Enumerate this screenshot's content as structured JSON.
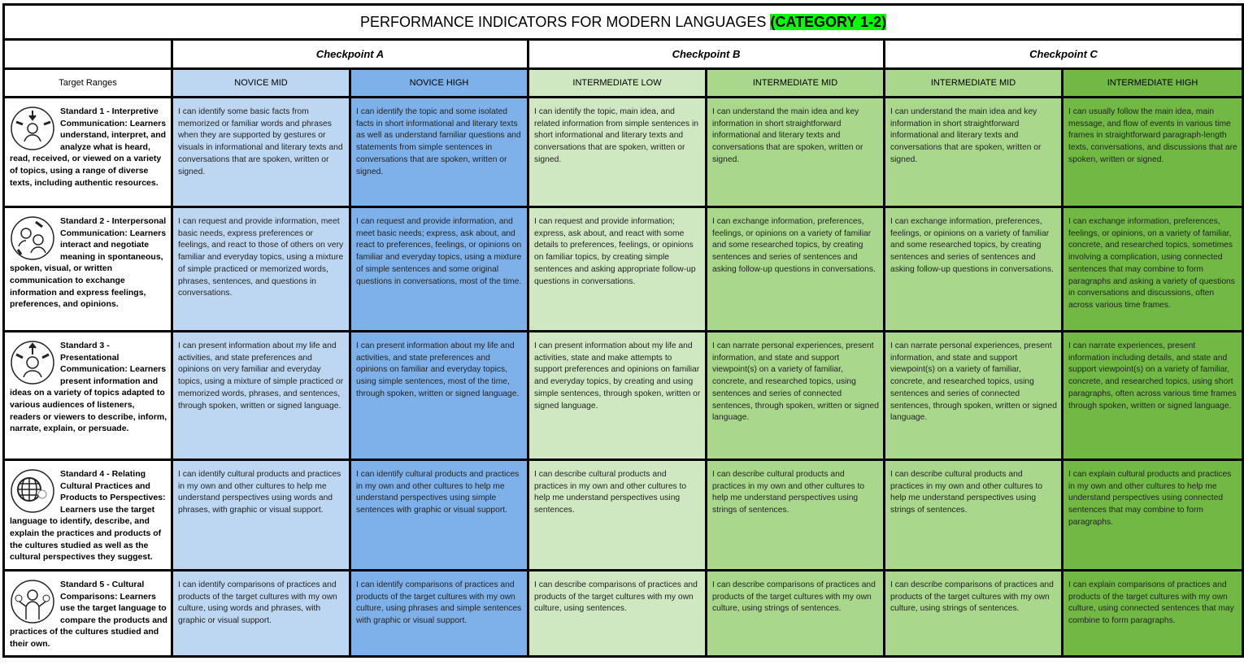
{
  "title": {
    "main": "PERFORMANCE INDICATORS FOR MODERN LANGUAGES ",
    "highlight": "(CATEGORY 1-2)",
    "highlight_color": "#00ff00"
  },
  "checkpoints": [
    "Checkpoint A",
    "Checkpoint B",
    "Checkpoint C"
  ],
  "target_ranges_label": "Target Ranges",
  "levels": [
    "NOVICE MID",
    "NOVICE HIGH",
    "INTERMEDIATE LOW",
    "INTERMEDIATE MID",
    "INTERMEDIATE MID",
    "INTERMEDIATE HIGH"
  ],
  "level_colors": [
    "#bdd7f2",
    "#7eb1ea",
    "#d0e8c1",
    "#a9d78c",
    "#a9d78c",
    "#71b944"
  ],
  "rows": [
    {
      "icon": "interpretive-icon",
      "standard": "Standard 1 - Interpretive Communication: Learners understand, interpret, and analyze what is heard, read, received, or viewed on a variety of topics, using a range of diverse texts, including authentic resources.",
      "cells": [
        "I can identify some basic facts from memorized or familiar words and phrases when they are supported by gestures or visuals in informational and literary texts and conversations that are spoken, written or signed.",
        "I can identify the topic and some isolated facts in short informational and literary texts as well as understand familiar questions and statements from simple sentences in conversations that are spoken, written or signed.",
        "I can identify the topic, main idea, and related information from simple sentences in short informational and literary texts and conversations that are spoken, written or signed.",
        "I can understand the main idea and key information in short straightforward informational and literary texts and conversations that are spoken, written or signed.",
        "I can understand the main idea and key information in short straightforward informational and literary texts and conversations that are spoken, written or signed.",
        "I can usually follow the main idea, main message, and flow of events in various time frames in straightforward paragraph-length texts, conversations, and discussions that are spoken, written or signed."
      ]
    },
    {
      "icon": "interpersonal-icon",
      "standard": "Standard 2 - Interpersonal Communication: Learners interact and negotiate meaning in spontaneous, spoken, visual, or written communication to exchange information and express feelings, preferences, and opinions.",
      "cells": [
        "I can request and provide information, meet basic needs, express preferences or feelings, and react to those of others on very familiar and everyday topics, using a mixture of simple practiced or memorized words, phrases, sentences, and questions in conversations.",
        "I can request and provide information, and meet basic needs; express, ask about, and react to preferences, feelings, or opinions on familiar and everyday topics, using a mixture of simple sentences and some original questions in conversations, most of the time.",
        "I can request and provide information; express, ask about, and react with some details to preferences, feelings, or opinions on familiar topics, by creating simple sentences and asking appropriate follow-up questions in conversations.",
        "I can exchange information, preferences, feelings, or opinions on a variety of familiar and some researched topics, by creating sentences and series of sentences and asking follow-up questions in conversations.",
        "I can exchange information, preferences, feelings, or opinions on a variety of familiar and some researched topics, by creating sentences and series of sentences and asking follow-up questions in conversations.",
        "I can exchange information, preferences, feelings, or opinions, on a variety of familiar, concrete, and researched topics, sometimes involving a complication, using connected sentences that may combine to form paragraphs and asking a variety of questions in conversations and discussions, often across various time frames."
      ]
    },
    {
      "icon": "presentational-icon",
      "standard": "Standard 3 - Presentational Communication: Learners present information and ideas on a variety of topics adapted to various audiences of listeners, readers or viewers to describe, inform, narrate, explain, or persuade.",
      "cells": [
        "I can present information about my life and activities, and state preferences and opinions on very familiar and everyday topics, using a mixture of simple practiced or memorized words, phrases, and sentences, through spoken, written or signed language.",
        "I can present information about my life and activities, and state preferences and opinions on familiar and everyday topics, using simple sentences, most of the time, through spoken, written or signed language.",
        "I can present information about my life and activities, state and make attempts to support preferences and opinions on familiar and everyday topics, by creating and using simple sentences, through spoken, written or signed language.",
        "I can narrate personal experiences, present information, and state and support viewpoint(s) on a variety of familiar, concrete, and researched topics, using sentences and series of connected sentences, through spoken, written or signed language.",
        "I can narrate personal experiences, present information, and state and support viewpoint(s) on a variety of familiar, concrete, and researched topics, using sentences and series of connected sentences, through spoken, written or signed language.",
        "I can narrate experiences, present information including details, and state and support viewpoint(s) on a variety of familiar, concrete, and researched topics, using short paragraphs, often across various time frames through spoken, written or signed language."
      ]
    },
    {
      "icon": "globe-people-icon",
      "standard": "Standard 4 - Relating Cultural Practices and Products to Perspectives: Learners use the target language to identify, describe, and explain the practices and products of the cultures studied as well as the cultural perspectives they suggest.",
      "cells": [
        "I can identify cultural products and practices in my own and other cultures to help me understand perspectives using words and phrases, with graphic or visual support.",
        "I can identify cultural products and practices in my own and other cultures to help me understand perspectives using simple sentences with graphic or visual support.",
        "I can describe cultural products and practices in my own and other cultures to help me understand perspectives using sentences.",
        "I can describe cultural products and practices in my own and other cultures to help me understand perspectives using strings of sentences.",
        "I can describe cultural products and practices in my own and other cultures to help me understand perspectives using strings of sentences.",
        "I can explain cultural products and practices in my own and other cultures to help me understand perspectives using connected sentences that may combine to form paragraphs."
      ]
    },
    {
      "icon": "person-globes-icon",
      "standard": "Standard 5 - Cultural Comparisons: Learners use the target language to compare the products and practices of the cultures studied and their own.",
      "cells": [
        "I can identify comparisons of practices and products of the target cultures with my own culture, using words and phrases, with graphic or visual support.",
        "I can identify comparisons of practices and products of the target cultures with my own culture, using phrases and simple sentences with graphic or visual support.",
        "I can describe comparisons of practices and products of the target cultures with my own culture, using sentences.",
        "I can describe comparisons of practices and products of the target cultures with my own culture, using strings of sentences.",
        "I can describe comparisons of practices and products of the target cultures with my own culture, using strings of sentences.",
        "I can explain comparisons of practices and products of the target cultures with my own culture, using connected sentences that may combine to form paragraphs."
      ]
    }
  ]
}
